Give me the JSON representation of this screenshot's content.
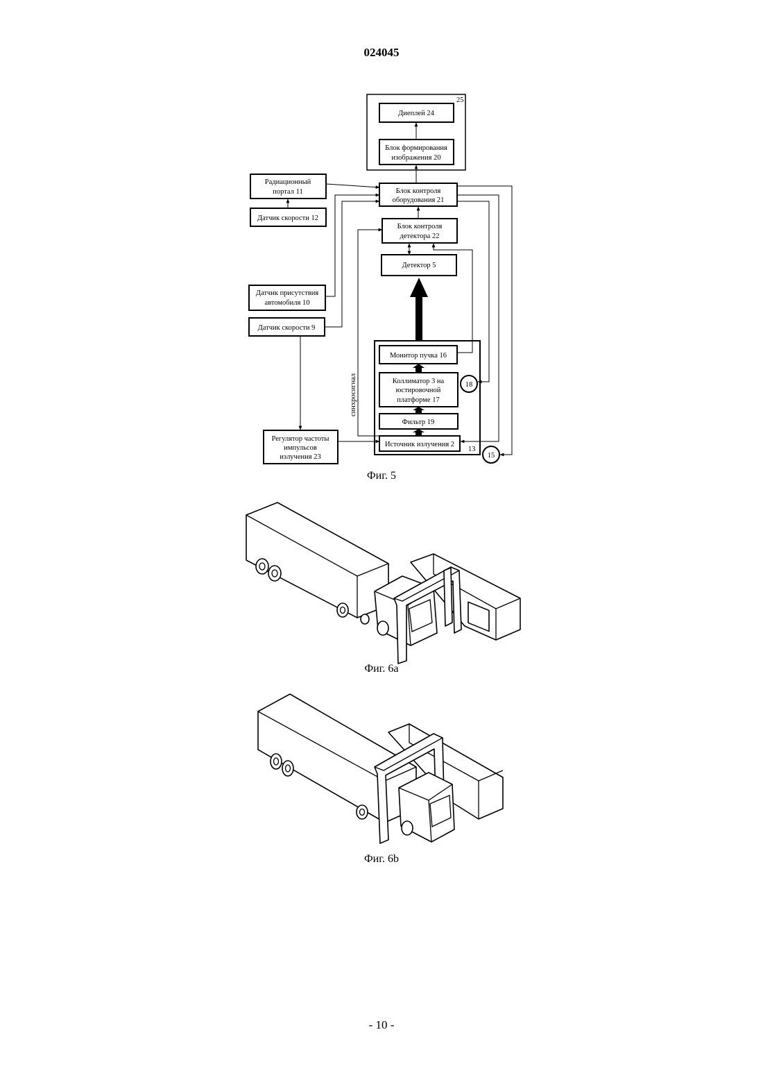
{
  "header": {
    "doc_number": "024045"
  },
  "figure5": {
    "caption": "Фиг. 5",
    "blocks": {
      "display": "Диеплей 24",
      "image_former": [
        "Блок формирования",
        "изображения 20"
      ],
      "image_group_ref": "25",
      "radiation_portal": [
        "Радиационный",
        "портал 11"
      ],
      "speed_sensor_12": "Датчик скорости 12",
      "equipment_control": [
        "Блок контроля",
        "оборудования 21"
      ],
      "detector_control": [
        "Блок контроля",
        "детектора 22"
      ],
      "detector": "Детектор 5",
      "presence_sensor": [
        "Датчик присутствия",
        "автомобиля 10"
      ],
      "speed_sensor_9": "Датчик скорости 9",
      "beam_monitor": "Монитор пучка 16",
      "collimator": [
        "Коллиматор 3 на",
        "юстировочной",
        "платформе 17"
      ],
      "filter": "Фильтр 19",
      "source": "Источник излучения 2",
      "source_group_ref": "13",
      "pulse_regulator": [
        "Регулятор частоты",
        "импульсов",
        "излучения 23"
      ],
      "circle_18": "18",
      "circle_15": "15",
      "sync_label": "синхросигнал"
    }
  },
  "figure6a": {
    "caption": "Фиг. 6а"
  },
  "figure6b": {
    "caption": "Фиг. 6b"
  },
  "footer": {
    "page_number": "- 10 -"
  }
}
